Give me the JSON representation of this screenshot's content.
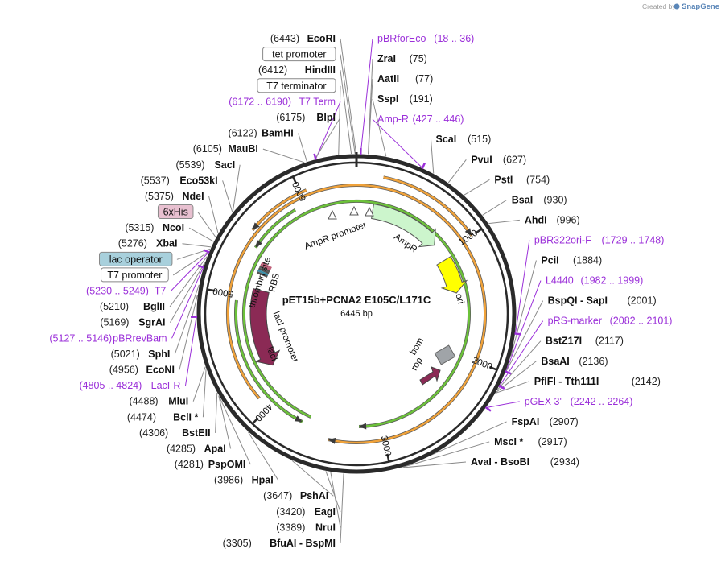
{
  "credit": {
    "prefix": "Created by",
    "brand": "SnapGene"
  },
  "plasmid": {
    "name": "pET15b+PCNA2 E105C/L171C",
    "length_text": "6445 bp",
    "length": 6445
  },
  "ticks": [
    "1000",
    "2000",
    "3000",
    "4000",
    "5000",
    "6000"
  ],
  "sites": [
    {
      "name": "EcoRI",
      "pos": "(6443)",
      "bp": 6443,
      "kind": "enzyme",
      "side": "L"
    },
    {
      "name": "tet promoter",
      "pos": "",
      "bp": 6436,
      "kind": "box",
      "side": "L"
    },
    {
      "name": "HindIII",
      "pos": "(6412)",
      "bp": 6412,
      "kind": "enzyme",
      "side": "L"
    },
    {
      "name": "T7 terminator",
      "pos": "",
      "bp": 6330,
      "kind": "box",
      "side": "L"
    },
    {
      "name": "T7 Term",
      "pos": "(6172 .. 6190)",
      "bp": 6181,
      "kind": "primer",
      "side": "L"
    },
    {
      "name": "BlpI",
      "pos": "(6175)",
      "bp": 6175,
      "kind": "enzyme",
      "side": "L"
    },
    {
      "name": "BamHI",
      "pos": "(6122)",
      "bp": 6122,
      "kind": "enzyme",
      "side": "L"
    },
    {
      "name": "MauBI",
      "pos": "(6105)",
      "bp": 6105,
      "kind": "enzyme",
      "side": "L"
    },
    {
      "name": "SacI",
      "pos": "(5539)",
      "bp": 5539,
      "kind": "enzyme",
      "side": "L"
    },
    {
      "name": "Eco53kI",
      "pos": "(5537)",
      "bp": 5537,
      "kind": "enzyme",
      "side": "L"
    },
    {
      "name": "NdeI",
      "pos": "(5375)",
      "bp": 5375,
      "kind": "enzyme",
      "side": "L"
    },
    {
      "name": "6xHis",
      "pos": "",
      "bp": 5345,
      "kind": "boxhis",
      "side": "L"
    },
    {
      "name": "NcoI",
      "pos": "(5315)",
      "bp": 5315,
      "kind": "enzyme",
      "side": "L"
    },
    {
      "name": "XbaI",
      "pos": "(5276)",
      "bp": 5276,
      "kind": "enzyme",
      "side": "L"
    },
    {
      "name": "lac operator",
      "pos": "",
      "bp": 5262,
      "kind": "boxlac",
      "side": "L"
    },
    {
      "name": "T7 promoter",
      "pos": "",
      "bp": 5245,
      "kind": "box",
      "side": "L"
    },
    {
      "name": "T7",
      "pos": "(5230 .. 5249)",
      "bp": 5240,
      "kind": "primer",
      "side": "L"
    },
    {
      "name": "BglII",
      "pos": "(5210)",
      "bp": 5210,
      "kind": "enzyme",
      "side": "L"
    },
    {
      "name": "SgrAI",
      "pos": "(5169)",
      "bp": 5169,
      "kind": "enzyme",
      "side": "L"
    },
    {
      "name": "pBRrevBam",
      "pos": "(5127 .. 5146)",
      "bp": 5137,
      "kind": "primer",
      "side": "L"
    },
    {
      "name": "SphI",
      "pos": "(5021)",
      "bp": 5021,
      "kind": "enzyme",
      "side": "L"
    },
    {
      "name": "EcoNI",
      "pos": "(4956)",
      "bp": 4956,
      "kind": "enzyme",
      "side": "L"
    },
    {
      "name": "LacI-R",
      "pos": "(4805 .. 4824)",
      "bp": 4815,
      "kind": "primer",
      "side": "L"
    },
    {
      "name": "MluI",
      "pos": "(4488)",
      "bp": 4488,
      "kind": "enzyme",
      "side": "L"
    },
    {
      "name": "BclI *",
      "pos": "(4474)",
      "bp": 4474,
      "kind": "enzyme",
      "side": "L"
    },
    {
      "name": "BstEII",
      "pos": "(4306)",
      "bp": 4306,
      "kind": "enzyme",
      "side": "L"
    },
    {
      "name": "ApaI",
      "pos": "(4285)",
      "bp": 4285,
      "kind": "enzyme",
      "side": "L"
    },
    {
      "name": "PspOMI",
      "pos": "(4281)",
      "bp": 4281,
      "kind": "enzyme",
      "side": "L"
    },
    {
      "name": "HpaI",
      "pos": "(3986)",
      "bp": 3986,
      "kind": "enzyme",
      "side": "L"
    },
    {
      "name": "PshAI",
      "pos": "(3647)",
      "bp": 3647,
      "kind": "enzyme",
      "side": "L"
    },
    {
      "name": "EagI",
      "pos": "(3420)",
      "bp": 3420,
      "kind": "enzyme",
      "side": "L"
    },
    {
      "name": "NruI",
      "pos": "(3389)",
      "bp": 3389,
      "kind": "enzyme",
      "side": "L"
    },
    {
      "name": "BfuAI - BspMI",
      "pos": "(3305)",
      "bp": 3305,
      "kind": "enzyme",
      "side": "L"
    },
    {
      "name": "pBRforEco",
      "pos": "(18 .. 36)",
      "bp": 27,
      "kind": "primer",
      "side": "R"
    },
    {
      "name": "ZraI",
      "pos": "(75)",
      "bp": 75,
      "kind": "enzyme",
      "side": "R"
    },
    {
      "name": "AatII",
      "pos": "(77)",
      "bp": 77,
      "kind": "enzyme",
      "side": "R"
    },
    {
      "name": "SspI",
      "pos": "(191)",
      "bp": 191,
      "kind": "enzyme",
      "side": "R"
    },
    {
      "name": "Amp-R",
      "pos": "(427 .. 446)",
      "bp": 436,
      "kind": "primer",
      "side": "R"
    },
    {
      "name": "ScaI",
      "pos": "(515)",
      "bp": 515,
      "kind": "enzyme",
      "side": "R"
    },
    {
      "name": "PvuI",
      "pos": "(627)",
      "bp": 627,
      "kind": "enzyme",
      "side": "R"
    },
    {
      "name": "PstI",
      "pos": "(754)",
      "bp": 754,
      "kind": "enzyme",
      "side": "R"
    },
    {
      "name": "BsaI",
      "pos": "(930)",
      "bp": 930,
      "kind": "enzyme",
      "side": "R"
    },
    {
      "name": "AhdI",
      "pos": "(996)",
      "bp": 996,
      "kind": "enzyme",
      "side": "R"
    },
    {
      "name": "pBR322ori-F",
      "pos": "(1729 .. 1748)",
      "bp": 1738,
      "kind": "primer",
      "side": "R"
    },
    {
      "name": "PciI",
      "pos": "(1884)",
      "bp": 1884,
      "kind": "enzyme",
      "side": "R"
    },
    {
      "name": "L4440",
      "pos": "(1982 .. 1999)",
      "bp": 1990,
      "kind": "primer",
      "side": "R"
    },
    {
      "name": "BspQI - SapI",
      "pos": "(2001)",
      "bp": 2001,
      "kind": "enzyme",
      "side": "R"
    },
    {
      "name": "pRS-marker",
      "pos": "(2082 .. 2101)",
      "bp": 2091,
      "kind": "primer",
      "side": "R"
    },
    {
      "name": "BstZ17I",
      "pos": "(2117)",
      "bp": 2117,
      "kind": "enzyme",
      "side": "R"
    },
    {
      "name": "BsaAI",
      "pos": "(2136)",
      "bp": 2136,
      "kind": "enzyme",
      "side": "R"
    },
    {
      "name": "PflFI - Tth111I",
      "pos": "(2142)",
      "bp": 2142,
      "kind": "enzyme",
      "side": "R"
    },
    {
      "name": "pGEX 3'",
      "pos": "(2242 .. 2264)",
      "bp": 2253,
      "kind": "primer",
      "side": "R"
    },
    {
      "name": "FspAI",
      "pos": "(2907)",
      "bp": 2907,
      "kind": "enzyme",
      "side": "R"
    },
    {
      "name": "MscI *",
      "pos": "(2917)",
      "bp": 2917,
      "kind": "enzyme",
      "side": "R"
    },
    {
      "name": "AvaI - BsoBI",
      "pos": "(2934)",
      "bp": 2934,
      "kind": "enzyme",
      "side": "R"
    }
  ],
  "features": {
    "ampr_promoter": "AmpR promoter",
    "ampr": "AmpR",
    "ori": "ori",
    "bom": "bom",
    "rop": "rop",
    "laci": "lacI",
    "laci_promoter": "lacI promoter",
    "thrombin": "thrombin site",
    "rbs": "RBS"
  },
  "colors": {
    "backbone": "#2a2a2a",
    "primer": "#9b30d9",
    "ampr": "#ccf5cc",
    "ori": "#ffff00",
    "laci": "#8b2a55",
    "rop": "#8b2a55",
    "bom": "#a0a4a8",
    "orf_orange": "#f0a23a",
    "orf_green": "#6cc23a",
    "his_box": "#e8c0d0",
    "lac_box": "#a8d0dc"
  }
}
